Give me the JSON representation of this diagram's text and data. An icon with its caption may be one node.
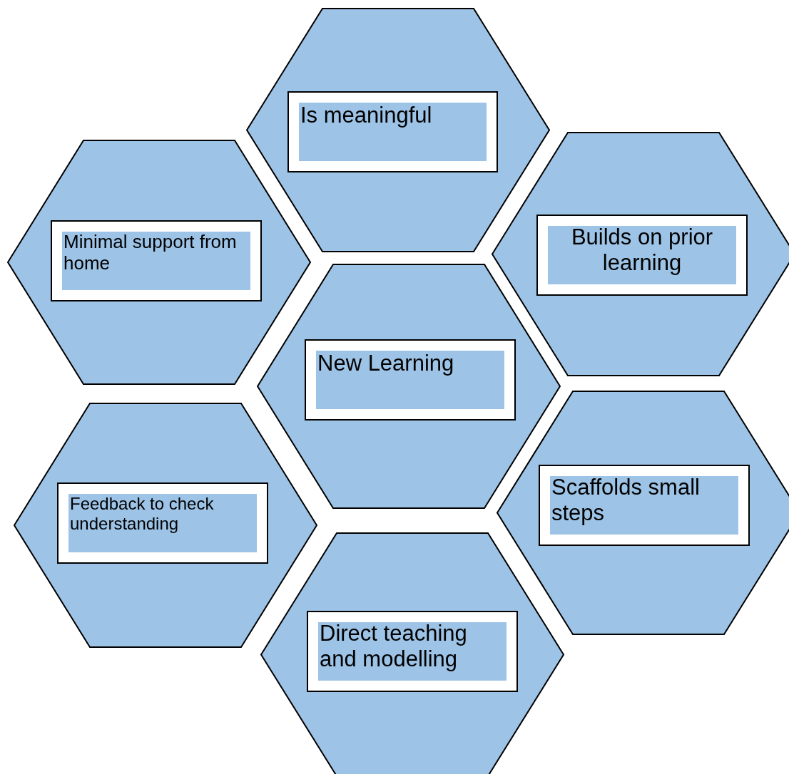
{
  "diagram": {
    "nodes": [
      {
        "text": [
          "Is meaningful"
        ]
      },
      {
        "text": [
          "Minimal support from home"
        ]
      },
      {
        "text": [
          "Builds on prior learning"
        ]
      },
      {
        "text": [
          "New Learning"
        ]
      },
      {
        "text": [
          "Feedback to check understanding"
        ]
      },
      {
        "text": [
          "Scaffolds small steps"
        ]
      },
      {
        "text": [
          "Direct teaching and modelling"
        ]
      }
    ],
    "edges": []
  }
}
